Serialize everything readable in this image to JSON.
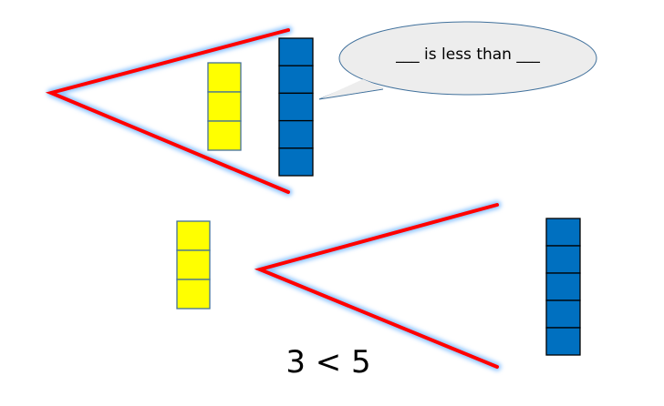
{
  "speech_bubble": {
    "text": "___ is less than ___"
  },
  "top_group": {
    "yellow_count": 3,
    "blue_count": 5,
    "symbol_opens_toward": "blue"
  },
  "bottom_group": {
    "yellow_count": 3,
    "blue_count": 5,
    "symbol_opens_toward": "blue"
  },
  "equation": {
    "text": "3 < 5"
  },
  "colors": {
    "yellow": "#FFFF00",
    "blue": "#0070C0",
    "line": "#FF0000",
    "glow": "#8EC5FF",
    "bubble_fill": "#EDEDED",
    "bubble_stroke": "#41719C"
  }
}
